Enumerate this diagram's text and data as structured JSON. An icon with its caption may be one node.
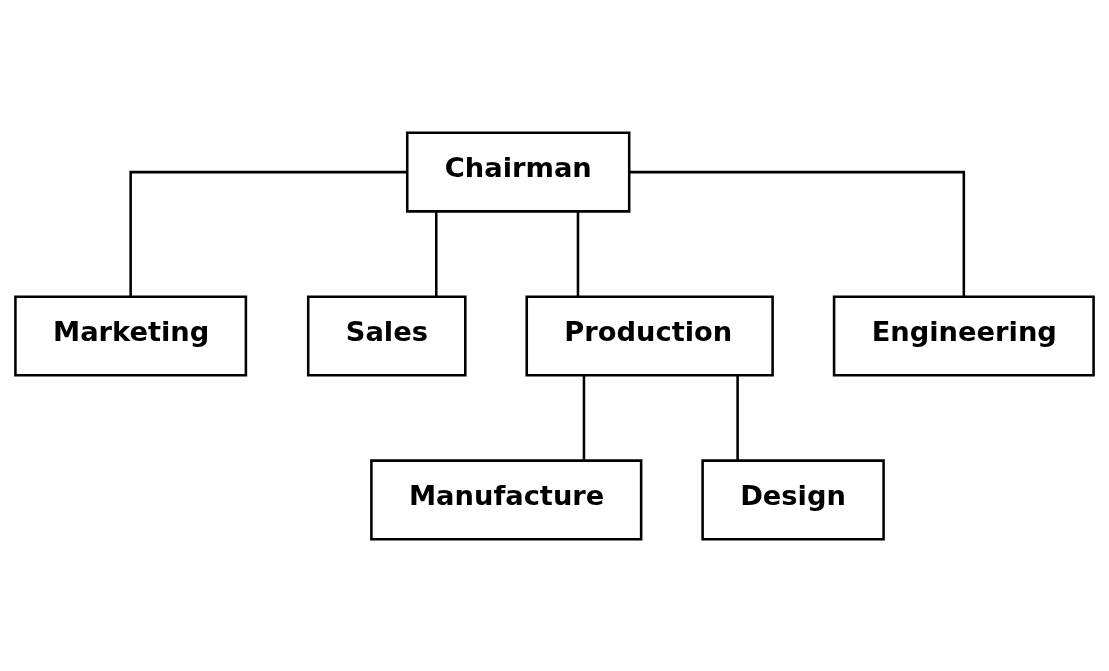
{
  "diagram": {
    "nodes": [
      {
        "text": [
          "Chairman"
        ]
      },
      {
        "text": [
          "Marketing"
        ]
      },
      {
        "text": [
          "Sales"
        ]
      },
      {
        "text": [
          "Production"
        ]
      },
      {
        "text": [
          "Engineering"
        ]
      },
      {
        "text": [
          "Manufacture"
        ]
      },
      {
        "text": [
          "Design"
        ]
      }
    ],
    "edges": [
      {
        "from": 0,
        "to": 1,
        "arrow": "none"
      },
      {
        "from": 0,
        "to": 2,
        "arrow": "none"
      },
      {
        "from": 0,
        "to": 3,
        "arrow": "none"
      },
      {
        "from": 0,
        "to": 4,
        "arrow": "none"
      },
      {
        "from": 3,
        "to": 5,
        "arrow": "none"
      },
      {
        "from": 3,
        "to": 6,
        "arrow": "none"
      }
    ]
  }
}
